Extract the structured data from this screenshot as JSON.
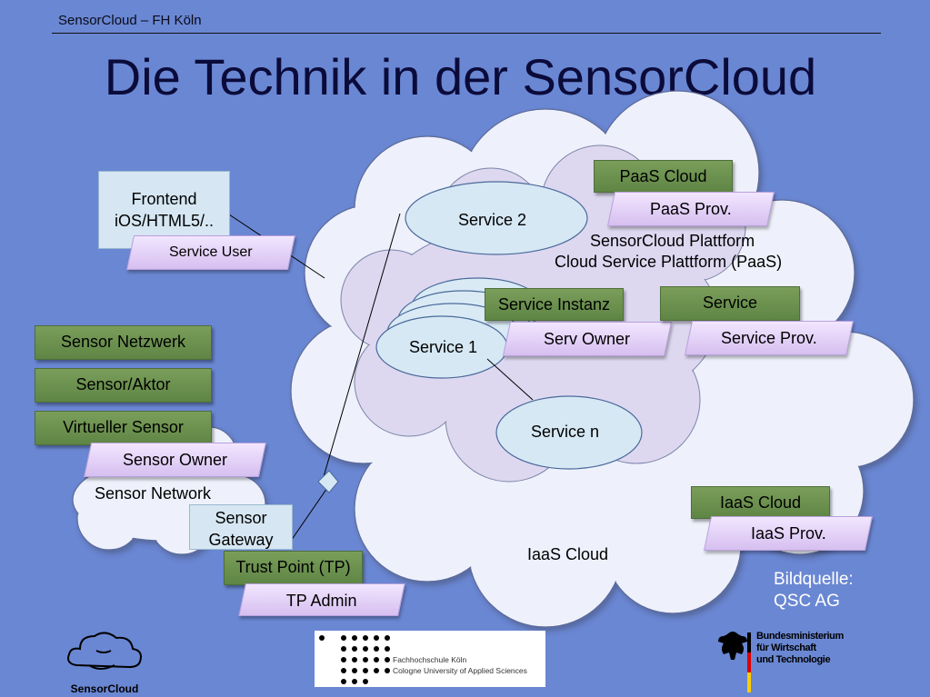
{
  "header": {
    "text": "SensorCloud – FH Köln"
  },
  "title": "Die Technik in der SensorCloud",
  "frontend": {
    "line1": "Frontend",
    "line2": "iOS/HTML5/.."
  },
  "service_user": "Service User",
  "service2": "Service 2",
  "service1": "Service 1",
  "service_n": "Service n",
  "paas_cloud": "PaaS Cloud",
  "paas_prov": "PaaS Prov.",
  "platform": {
    "line1": "SensorCloud Plattform",
    "line2": "Cloud Service Plattform (PaaS)"
  },
  "service_instanz": "Service Instanz",
  "serv_owner": "Serv Owner",
  "service": "Service",
  "service_prov": "Service Prov.",
  "sensor_netzwerk": "Sensor Netzwerk",
  "sensor_aktor": "Sensor/Aktor",
  "virtueller_sensor": "Virtueller Sensor",
  "sensor_owner": "Sensor Owner",
  "sensor_network": "Sensor Network",
  "sensor_gateway": {
    "line1": "Sensor",
    "line2": "Gateway"
  },
  "trust_point": "Trust Point (TP)",
  "tp_admin": "TP Admin",
  "iaas_cloud_label": "IaaS Cloud",
  "iaas_cloud_box": "IaaS Cloud",
  "iaas_prov": "IaaS Prov.",
  "bildquelle": {
    "line1": "Bildquelle:",
    "line2": "QSC AG"
  },
  "logos": {
    "sensorcloud": "SensorCloud",
    "fh_line1": "Fachhochschule Köln",
    "fh_line2": "Cologne University of Applied Sciences",
    "bmwi_line1": "Bundesministerium",
    "bmwi_line2": "für Wirtschaft",
    "bmwi_line3": "und Technologie"
  },
  "colors": {
    "background": "#6a87d3",
    "green_box": "#6b9150",
    "purple_box": "#e4d4f8",
    "cloud_outer": "#eef1fb",
    "cloud_inner": "#ddd8f0"
  }
}
